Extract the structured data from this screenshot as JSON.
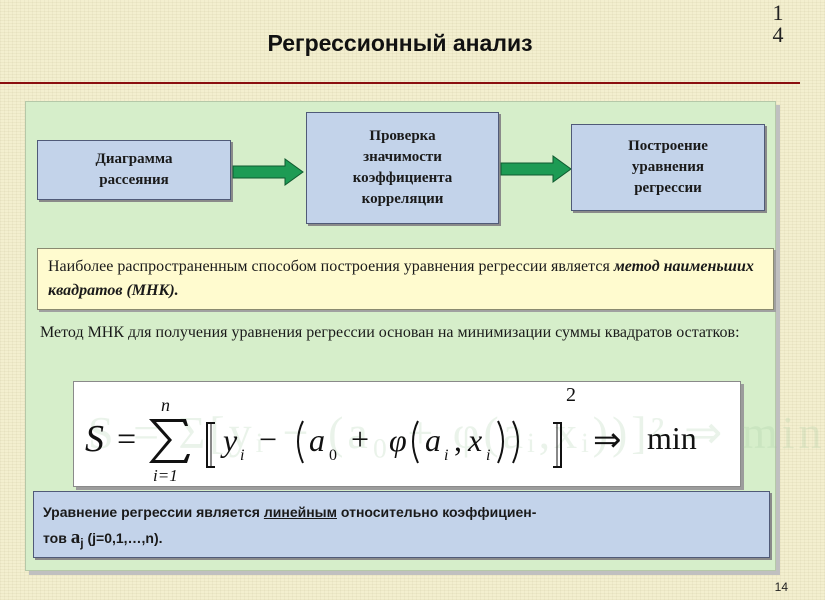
{
  "slide": {
    "top_page_number": "14",
    "title": "Регрессионный анализ",
    "bottom_page_number": "14"
  },
  "flow": {
    "box1": "Диаграмма\nрассеяния",
    "box2": "Проверка\nзначимости\nкоэффициента\nкорреляции",
    "box3": "Построение\nуравнения\nрегрессии"
  },
  "note": {
    "text_before": "Наиболее распространенным способом построения уравнения регрессии является ",
    "emphasis": "метод наименьших квадратов (МНК)."
  },
  "method_text": "Метод МНК для получения уравнения регрессии основан на минимизации суммы квадратов остатков:",
  "formula": {
    "lhs": "S",
    "equals": "=",
    "sum_upper": "n",
    "sum_lower": "i=1",
    "term_y": "y",
    "term_i": "i",
    "minus": "−",
    "a": "a",
    "zero": "0",
    "plus": "+",
    "phi": "φ",
    "comma": ",",
    "x": "x",
    "exponent": "2",
    "implies": "⇒",
    "min": "min",
    "watermark": "S = Σ[yᵢ − (a₀ + φ(aᵢ,xᵢ))]² ⇒ min"
  },
  "conclusion": {
    "line1_before": "Уравнение регрессии является ",
    "underlined": "линейным",
    "line1_after": " относительно коэффициен-",
    "line2_prefix": "тов ",
    "coef_letter": "a",
    "coef_sub": "j",
    "line2_suffix": " (j=0,1,…,n)."
  },
  "colors": {
    "panel": "#d6eeca",
    "box_blue": "#c3d3ea",
    "note_yellow": "#fffbcf",
    "title_line": "#8a0f0f",
    "arrow_green": "#1d9b54"
  }
}
